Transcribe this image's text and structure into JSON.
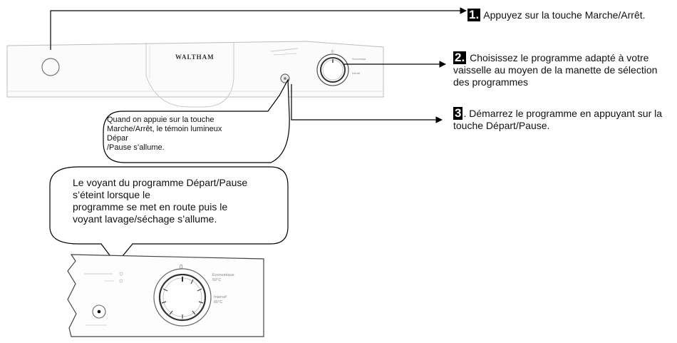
{
  "panel": {
    "brand": "WALTHAM",
    "dial_zero": "0",
    "label_economique": "Economique",
    "label_economique_temp": "50°C",
    "label_intensif": "Intensif",
    "label_intensif_temp": "65°C"
  },
  "steps": [
    {
      "number": "1.",
      "text": " Appuyez sur la touche Marche/Arrêt."
    },
    {
      "number": "2.",
      "text": " Choisissez le programme adapté à votre vaisselle au moyen de la manette de sélection des programmes"
    },
    {
      "number": "3",
      "text": ". Démarrez le programme en appuyant sur la touche Départ/Pause."
    }
  ],
  "bubbles": [
    {
      "lines": [
        "Quand on appuie sur la touche",
        "Marche/Arrêt, le témoin lumineux",
        "Dépar",
        "/Pause s’allume."
      ]
    },
    {
      "lines": [
        "Le voyant du programme Départ/Pause",
        "s’éteint lorsque le",
        "programme se met en route puis le",
        "voyant lavage/séchage s’allume."
      ]
    }
  ]
}
